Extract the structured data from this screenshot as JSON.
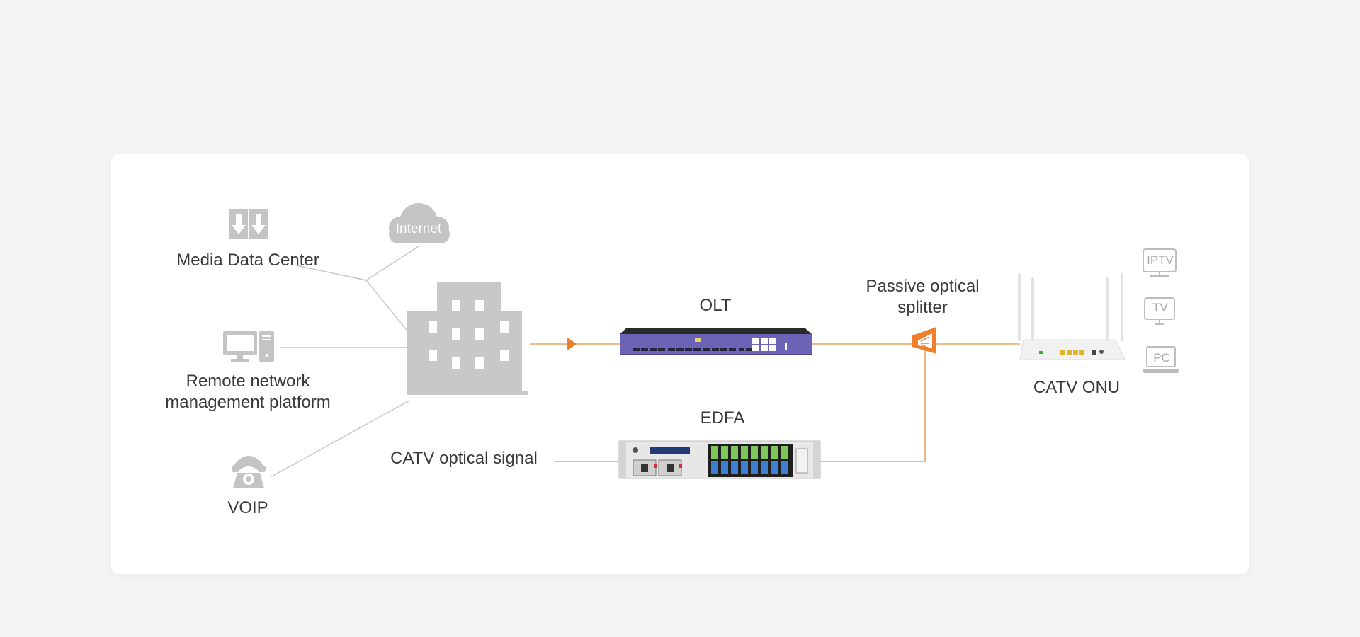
{
  "diagram": {
    "labels": {
      "media_data_center": "Media Data Center",
      "remote_platform": "Remote network management platform",
      "voip": "VOIP",
      "internet": "Internet",
      "catv_optical_signal": "CATV optical signal",
      "olt": "OLT",
      "edfa": "EDFA",
      "splitter": "Passive optical splitter",
      "catv_onu": "CATV ONU"
    },
    "devices": {
      "iptv": "IPTV",
      "tv": "TV",
      "pc": "PC"
    },
    "icons": {
      "media": "download-arrows-icon",
      "remote": "desktop-computer-icon",
      "voip": "telephone-icon",
      "internet": "cloud-icon",
      "building": "building-icon",
      "splitter": "optical-splitter-icon",
      "onu": "router-icon"
    },
    "colors": {
      "icon_gray": "#c4c4c4",
      "line_gray": "#c8c8c8",
      "fiber_orange": "#e9b27a",
      "accent_orange": "#ef7f2a",
      "olt_purple": "#6b63b5"
    }
  }
}
